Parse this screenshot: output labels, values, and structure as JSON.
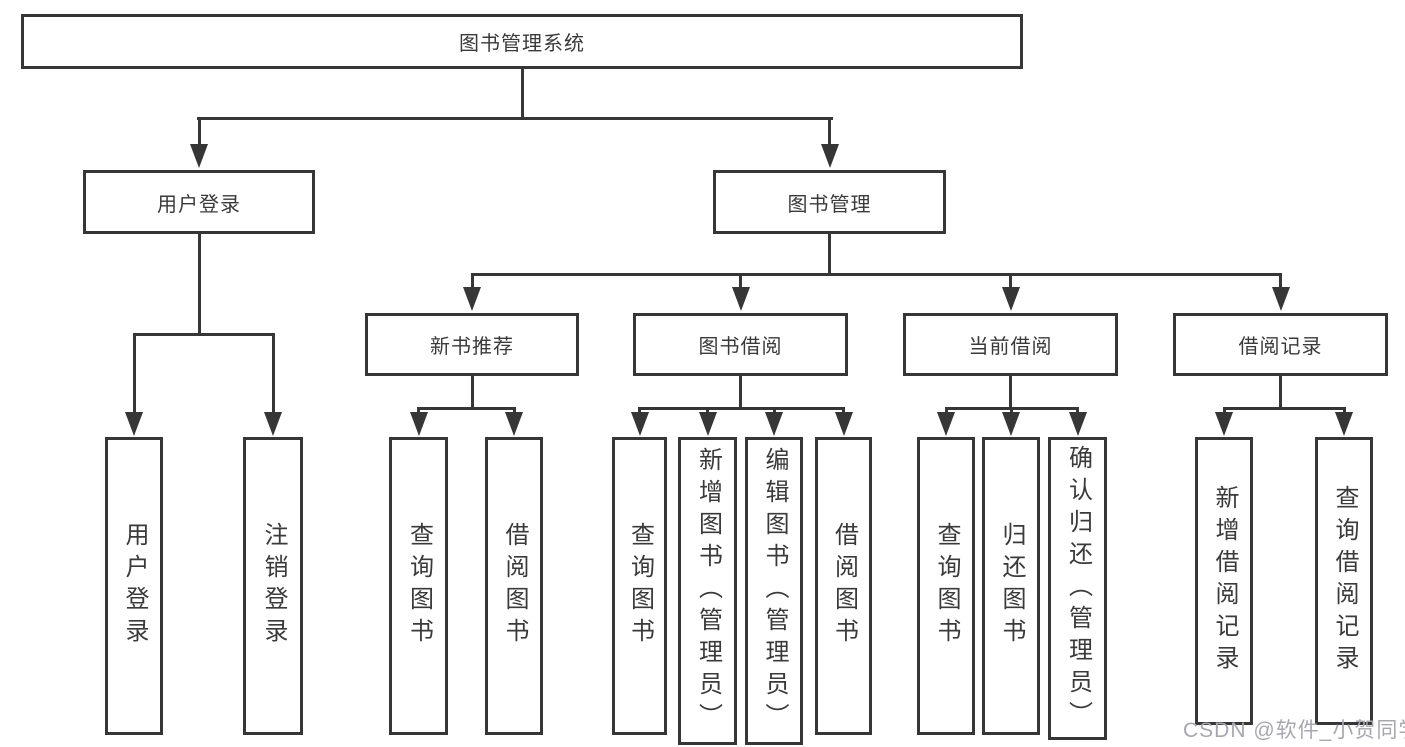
{
  "tree": {
    "root": "图书管理系统",
    "children": [
      {
        "label": "用户登录",
        "children": [
          "用户登录",
          "注销登录"
        ]
      },
      {
        "label": "图书管理",
        "children": [
          {
            "label": "新书推荐",
            "children": [
              "查询图书",
              "借阅图书"
            ]
          },
          {
            "label": "图书借阅",
            "children": [
              "查询图书",
              "新增图书（管理员）",
              "编辑图书（管理员）",
              "借阅图书"
            ]
          },
          {
            "label": "当前借阅",
            "children": [
              "查询图书",
              "归还图书",
              "确认归还（管理员）"
            ]
          },
          {
            "label": "借阅记录",
            "children": [
              "新增借阅记录",
              "查询借阅记录"
            ]
          }
        ]
      }
    ]
  },
  "watermark": {
    "text": "CSDN @软件_小贺同学"
  },
  "colors": {
    "line": "#363636",
    "text": "#3a3a3a",
    "box_background": "#ffffff",
    "watermark": "#a7a7af"
  }
}
